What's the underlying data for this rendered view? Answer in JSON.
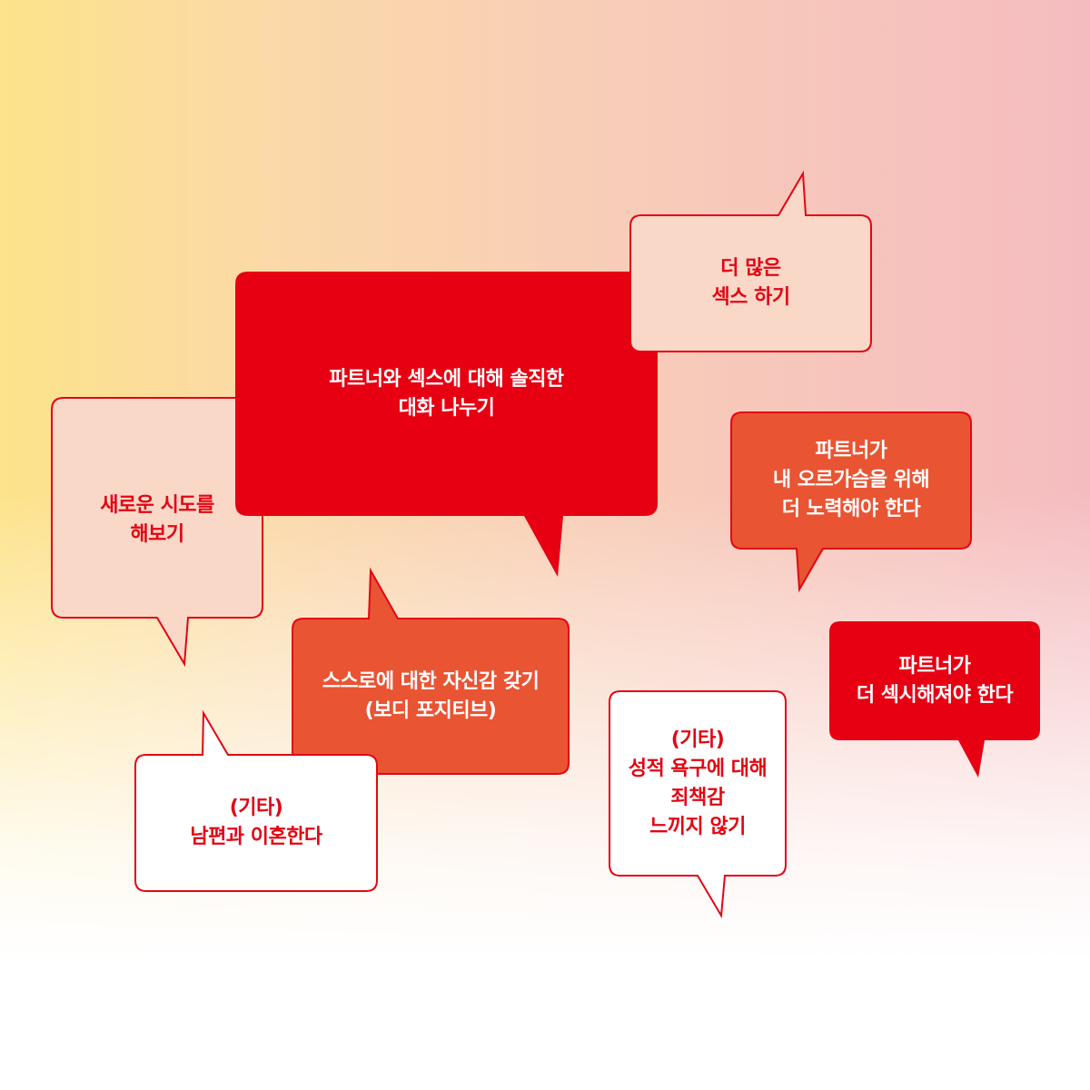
{
  "colors": {
    "red": "#e60012",
    "orange": "#e95433",
    "peach": "#f9d8c8",
    "white": "#ffffff",
    "outline": "#e30613",
    "text_on_light": "#e30613",
    "text_on_dark": "#ffffff"
  },
  "bubbles": [
    {
      "id": "honest-talk",
      "style": "red",
      "lines": [
        "파트너와 섹스에 대해 솔직한",
        "대화 나누기"
      ]
    },
    {
      "id": "more-sex",
      "style": "peach",
      "lines": [
        "더 많은",
        "섹스 하기"
      ]
    },
    {
      "id": "partner-orgasm",
      "style": "orange",
      "lines": [
        "파트너가",
        "내 오르가슴을 위해",
        "더 노력해야 한다"
      ]
    },
    {
      "id": "new-attempts",
      "style": "peach",
      "lines": [
        "새로운 시도를",
        "해보기"
      ]
    },
    {
      "id": "self-confidence",
      "style": "orange",
      "lines": [
        "스스로에 대한 자신감 갖기",
        "(보디 포지티브)"
      ]
    },
    {
      "id": "partner-sexier",
      "style": "red",
      "lines": [
        "파트너가",
        "더 섹시해져야 한다"
      ]
    },
    {
      "id": "no-guilt",
      "style": "white",
      "lines": [
        "(기타)",
        "성적 욕구에 대해",
        "죄책감",
        "느끼지 않기"
      ]
    },
    {
      "id": "divorce",
      "style": "white",
      "lines": [
        "(기타)",
        "남편과 이혼한다"
      ]
    }
  ]
}
